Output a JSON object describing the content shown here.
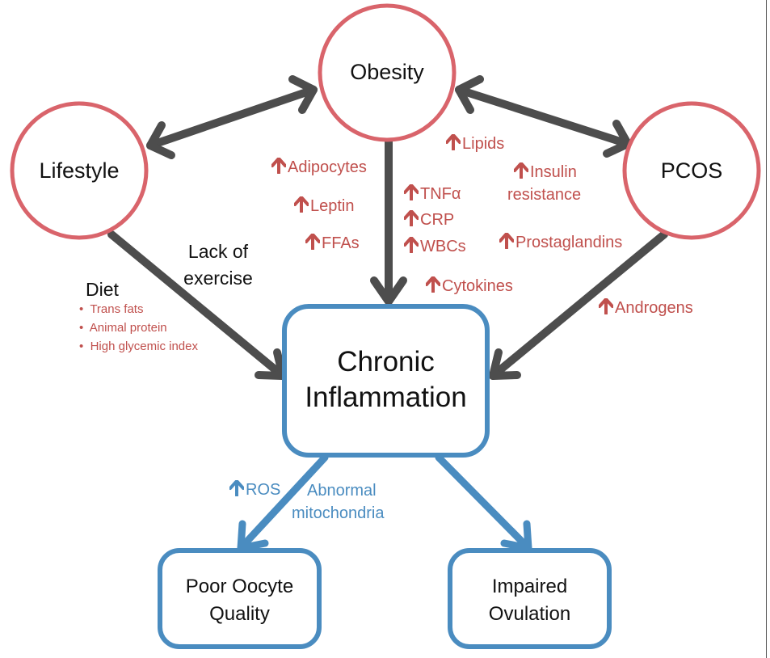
{
  "nodes": {
    "obesity": "Obesity",
    "lifestyle": "Lifestyle",
    "pcos": "PCOS",
    "chronic_line1": "Chronic",
    "chronic_line2": "Inflammation",
    "poor_line1": "Poor Oocyte",
    "poor_line2": "Quality",
    "impaired_line1": "Impaired",
    "impaired_line2": "Ovulation"
  },
  "labels": {
    "lack_line1": "Lack of",
    "lack_line2": "exercise",
    "diet": "Diet",
    "diet_items": [
      "Trans fats",
      "Animal protein",
      "High glycemic index"
    ]
  },
  "markers": {
    "adipocytes": "Adipocytes",
    "leptin": "Leptin",
    "ffas": "FFAs",
    "tnfa": "TNFα",
    "crp": "CRP",
    "wbcs": "WBCs",
    "cytokines": "Cytokines",
    "lipids": "Lipids",
    "insulin_line1": "Insulin",
    "insulin_line2": "resistance",
    "prostaglandins": "Prostaglandins",
    "androgens": "Androgens",
    "ros": "ROS",
    "abnormal_line1": "Abnormal",
    "abnormal_line2": "mitochondria"
  },
  "colors": {
    "circle_stroke": "#d9646b",
    "box_stroke": "#4a8cc0",
    "arrow_dark": "#4d4d4d",
    "arrow_blue": "#4a8cc0",
    "marker_red": "#c0504d"
  },
  "icons": {
    "increase": "up-arrow-icon"
  }
}
